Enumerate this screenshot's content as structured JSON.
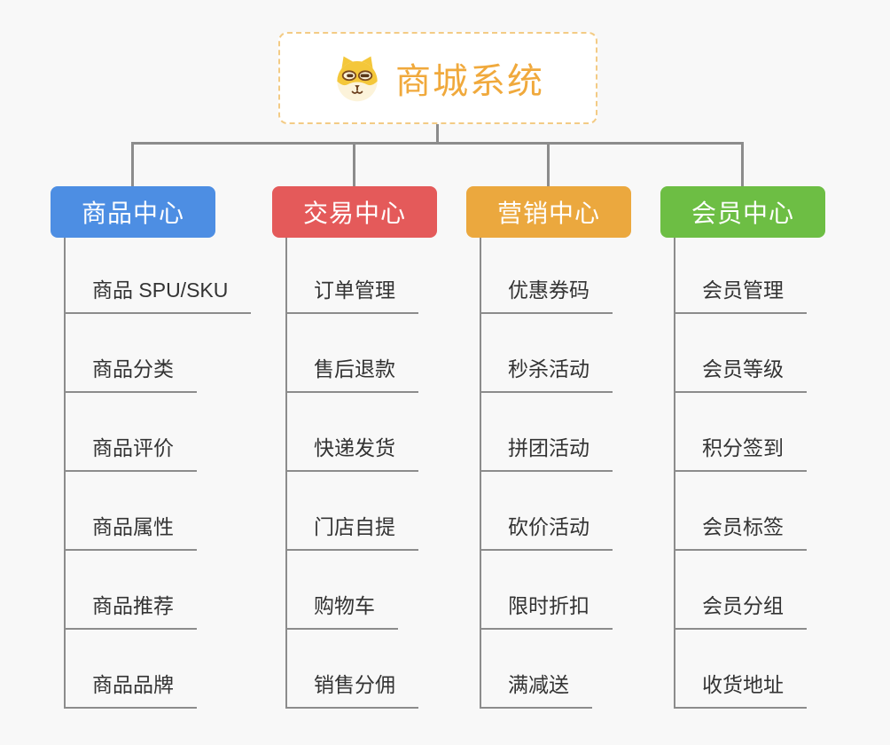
{
  "root": {
    "title": "商城系统",
    "icon": "shiba-dog-icon",
    "text_color": "#f0a93c",
    "border_color": "#f3cb85"
  },
  "branches": [
    {
      "label": "商品中心",
      "color": "#4d8ee3",
      "children": [
        "商品 SPU/SKU",
        "商品分类",
        "商品评价",
        "商品属性",
        "商品推荐",
        "商品品牌"
      ]
    },
    {
      "label": "交易中心",
      "color": "#e45a5a",
      "children": [
        "订单管理",
        "售后退款",
        "快递发货",
        "门店自提",
        "购物车",
        "销售分佣"
      ]
    },
    {
      "label": "营销中心",
      "color": "#eba83e",
      "children": [
        "优惠券码",
        "秒杀活动",
        "拼团活动",
        "砍价活动",
        "限时折扣",
        "满减送"
      ]
    },
    {
      "label": "会员中心",
      "color": "#6dbe44",
      "children": [
        "会员管理",
        "会员等级",
        "积分签到",
        "会员标签",
        "会员分组",
        "收货地址"
      ]
    }
  ],
  "colors": {
    "background": "#f8f8f8",
    "connector": "#8c8c8c",
    "item_text": "#333333"
  }
}
